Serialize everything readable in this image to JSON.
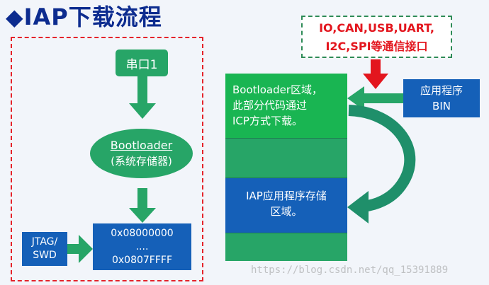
{
  "title": "◆IAP下载流程",
  "left_panel": {
    "serial_box": "串口1",
    "boot_box": {
      "line1": "Bootloader",
      "line2": "(系统存储器)"
    },
    "address_box": {
      "line1": "0x08000000",
      "line2": "....",
      "line3": "0x0807FFFF"
    },
    "jtag_box": {
      "line1": "JTAG/",
      "line2": "SWD"
    }
  },
  "right_panel": {
    "interfaces": {
      "line1": "IO,CAN,USB,UART,",
      "line2": "I2C,SPI等通信接口"
    },
    "app_bin": {
      "line1": "应用程序",
      "line2": "BIN"
    },
    "memory": {
      "boot_region": {
        "line1": "Bootloader区域，",
        "line2": "此部分代码通过",
        "line3": "ICP方式下载。"
      },
      "iap_region": {
        "line1": "IAP应用程序存储",
        "line2": "区域。"
      }
    }
  },
  "watermark": "https://blog.csdn.net/qq_15391889",
  "colors": {
    "green": "#27a567",
    "blue": "#1560b8",
    "red": "#e3161e",
    "title": "#0d2c8f"
  }
}
